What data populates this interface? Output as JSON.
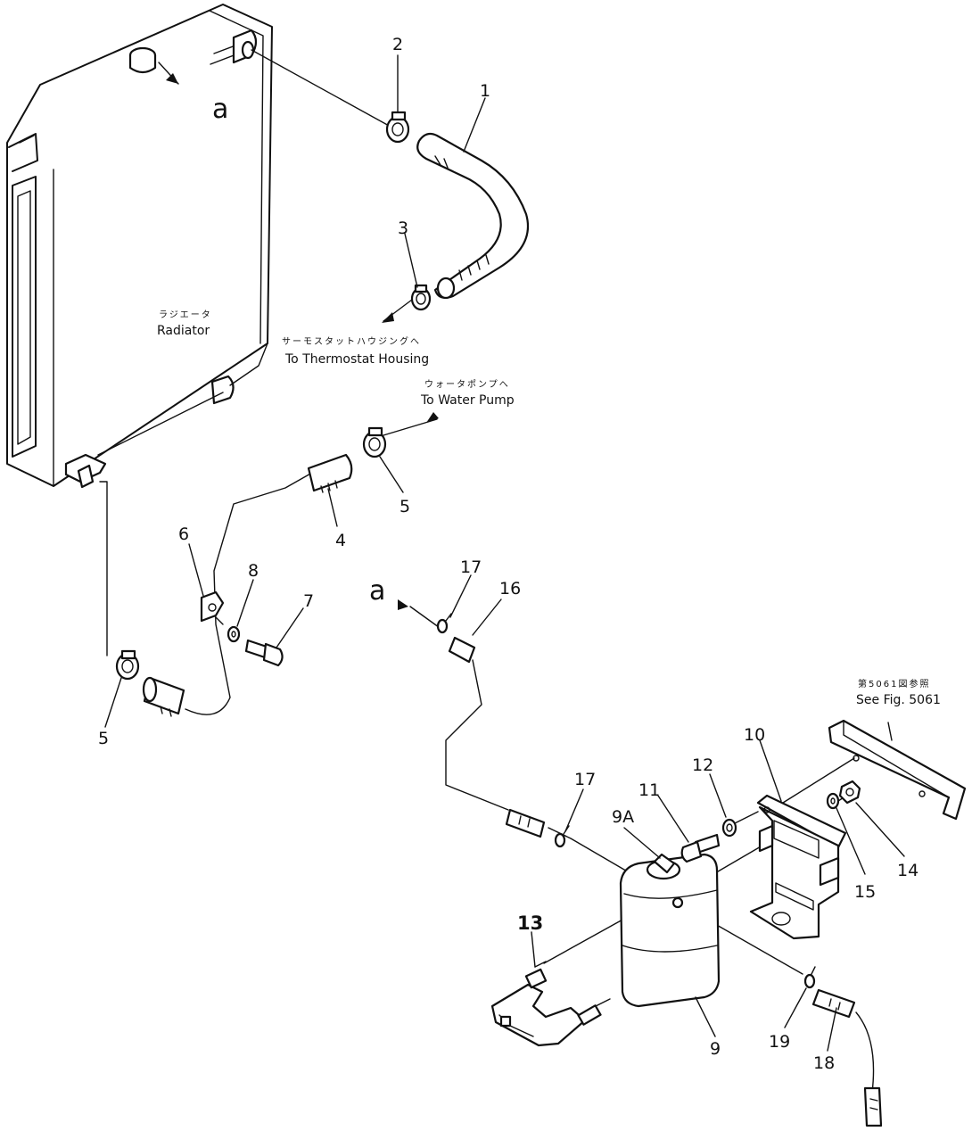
{
  "parts": {
    "p1": "1",
    "p2": "2",
    "p3": "3",
    "p4": "4",
    "p5a": "5",
    "p5b": "5",
    "p6": "6",
    "p7": "7",
    "p8": "8",
    "p9": "9",
    "p9a": "9A",
    "p10": "10",
    "p11": "11",
    "p12": "12",
    "p13": "13",
    "p14": "14",
    "p15": "15",
    "p16": "16",
    "p17a": "17",
    "p17b": "17",
    "p18": "18",
    "p19": "19"
  },
  "refs": {
    "a_top": "a",
    "a_mid": "a"
  },
  "labels": {
    "radiator_jp": "ラジエータ",
    "radiator_en": "Radiator",
    "thermostat_jp": "サーモスタットハウジングへ",
    "thermostat_en": "To Thermostat Housing",
    "water_pump_jp": "ウォータポンプへ",
    "water_pump_en": "To Water Pump",
    "see_fig_jp": "第5061図参照",
    "see_fig_en": "See Fig. 5061"
  }
}
